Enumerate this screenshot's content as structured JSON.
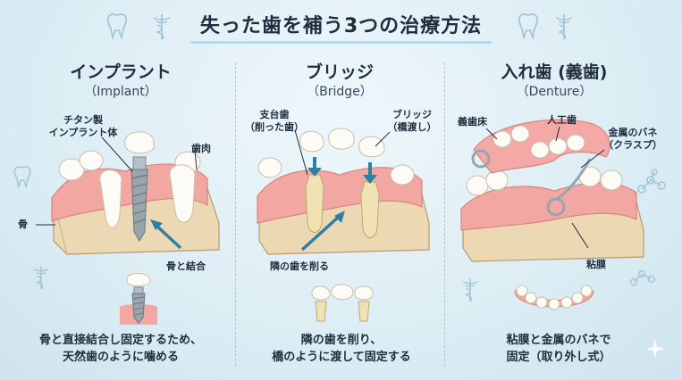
{
  "title": "失った歯を補う3つの治療方法",
  "colors": {
    "gum": "#f2a7a3",
    "bone": "#ecd9b4",
    "tooth": "#fdfbf5",
    "accent_arrow": "#2f7fa5",
    "metal": "#9aa4ad",
    "background": "#dcedf4"
  },
  "implant": {
    "title": "インプラント",
    "subtitle": "（Implant）",
    "labels": {
      "fixture": "チタン製\nインプラント体",
      "gum": "歯肉",
      "bone": "骨",
      "bond": "骨と結合"
    },
    "caption_line1": "骨と直接結合し固定するため、",
    "caption_line2": "天然歯のように噛める"
  },
  "bridge": {
    "title": "ブリッジ",
    "subtitle": "（Bridge）",
    "labels": {
      "abutment": "支台歯\n（削った歯）",
      "pontic": "ブリッジ\n（橋渡し）",
      "shave": "隣の歯を削る"
    },
    "caption_line1": "隣の歯を削り、",
    "caption_line2": "橋のように渡して固定する"
  },
  "denture": {
    "title": "入れ歯 (義歯)",
    "subtitle": "（Denture）",
    "labels": {
      "base": "義歯床",
      "artificial": "人工歯",
      "clasp": "金属のバネ\n（クラスプ）",
      "mucosa": "粘膜"
    },
    "caption_line1": "粘膜と金属のバネで",
    "caption_line2": "固定（取り外し式）"
  },
  "icons": [
    "tooth-icon",
    "caduceus-icon",
    "molecule-icon",
    "sparkle-icon"
  ]
}
